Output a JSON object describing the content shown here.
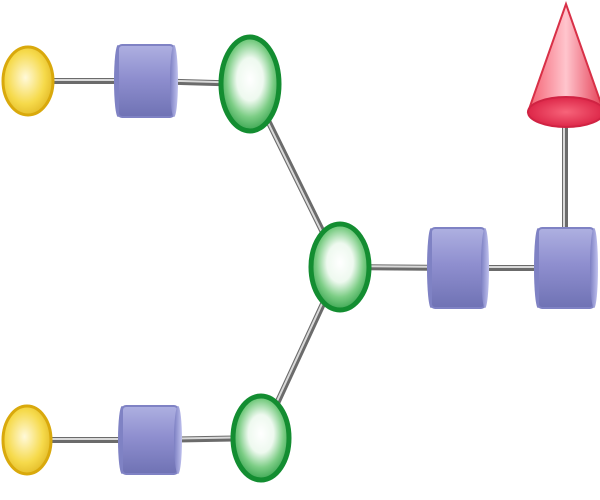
{
  "diagram": {
    "kind": "glycan-structure",
    "background": "#ffffff",
    "link_color": "#7c7c7c",
    "symbols": {
      "galactose-circle": {
        "shape": "circle",
        "color": "#f2cf2a"
      },
      "glcnac-square": {
        "shape": "square",
        "color": "#8f8fcf"
      },
      "mannose-circle": {
        "shape": "circle",
        "color": "#1f9a3a"
      },
      "fucose-triangle": {
        "shape": "triangle",
        "color": "#ee3a52"
      }
    },
    "nodes": [
      {
        "id": "upper-galactose",
        "symbol": "galactose-circle"
      },
      {
        "id": "upper-glcnac",
        "symbol": "glcnac-square"
      },
      {
        "id": "upper-mannose",
        "symbol": "mannose-circle"
      },
      {
        "id": "core-mannose",
        "symbol": "mannose-circle"
      },
      {
        "id": "core-glcnac-inner",
        "symbol": "glcnac-square"
      },
      {
        "id": "core-glcnac-reducing",
        "symbol": "glcnac-square"
      },
      {
        "id": "lower-mannose",
        "symbol": "mannose-circle"
      },
      {
        "id": "lower-glcnac",
        "symbol": "glcnac-square"
      },
      {
        "id": "lower-galactose",
        "symbol": "galactose-circle"
      },
      {
        "id": "core-fucose",
        "symbol": "fucose-triangle"
      }
    ],
    "links": [
      {
        "from": "upper-galactose",
        "to": "upper-glcnac"
      },
      {
        "from": "upper-glcnac",
        "to": "upper-mannose"
      },
      {
        "from": "upper-mannose",
        "to": "core-mannose"
      },
      {
        "from": "core-mannose",
        "to": "core-glcnac-inner"
      },
      {
        "from": "core-glcnac-inner",
        "to": "core-glcnac-reducing"
      },
      {
        "from": "core-mannose",
        "to": "lower-mannose"
      },
      {
        "from": "lower-mannose",
        "to": "lower-glcnac"
      },
      {
        "from": "lower-glcnac",
        "to": "lower-galactose"
      },
      {
        "from": "core-glcnac-reducing",
        "to": "core-fucose"
      }
    ]
  }
}
